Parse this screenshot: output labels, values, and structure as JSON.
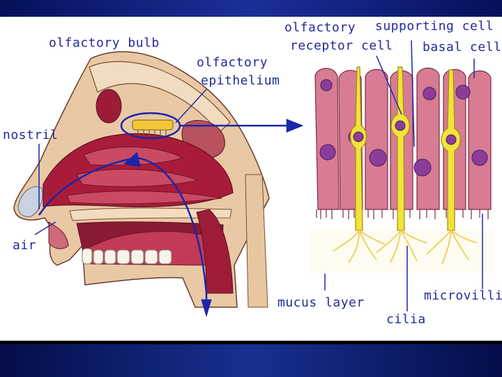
{
  "labels": {
    "olfactory_bulb": "olfactory bulb",
    "olfactory_epithelium_line1": "olfactory",
    "olfactory_epithelium_line2": "epithelium",
    "olfactory_receptor_line1": "olfactory",
    "olfactory_receptor_line2": "receptor cell",
    "supporting_cell": "supporting cell",
    "basal_cell": "basal cell",
    "nostril": "nostril",
    "air": "air",
    "mucus_layer": "mucus layer",
    "cilia": "cilia",
    "microvilli": "microvilli"
  },
  "colors": {
    "label_text": "#232a9a",
    "arrow": "#1b26a6",
    "tissue_red": "#b0203e",
    "tissue_pink": "#d9788a",
    "bone_tan": "#e9c9a5",
    "cell_pink": "#d77c93",
    "nucleus_purple": "#8c3d9a",
    "receptor_yellow": "#f1e33a",
    "frame_blue": "#0a1a66"
  }
}
